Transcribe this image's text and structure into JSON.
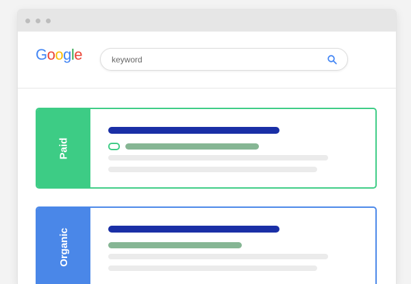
{
  "browser": {
    "window_controls": [
      "dot",
      "dot",
      "dot"
    ]
  },
  "header": {
    "logo_letters": [
      {
        "char": "G",
        "color": "#4285F4"
      },
      {
        "char": "o",
        "color": "#EA4335"
      },
      {
        "char": "o",
        "color": "#FBBC05"
      },
      {
        "char": "g",
        "color": "#4285F4"
      },
      {
        "char": "l",
        "color": "#34A853"
      },
      {
        "char": "e",
        "color": "#EA4335"
      }
    ],
    "search": {
      "placeholder": "keyword",
      "icon": "search-icon",
      "icon_color": "#4285F4"
    }
  },
  "results": [
    {
      "label": "Paid",
      "accent_color": "#3DCC85",
      "title_color": "#1A2FA6",
      "url_color": "#86B694",
      "snippet_color": "#EBEBEB",
      "has_ad_badge": true
    },
    {
      "label": "Organic",
      "accent_color": "#4A87E8",
      "title_color": "#1A2FA6",
      "url_color": "#86B694",
      "snippet_color": "#EBEBEB",
      "has_ad_badge": false
    }
  ]
}
